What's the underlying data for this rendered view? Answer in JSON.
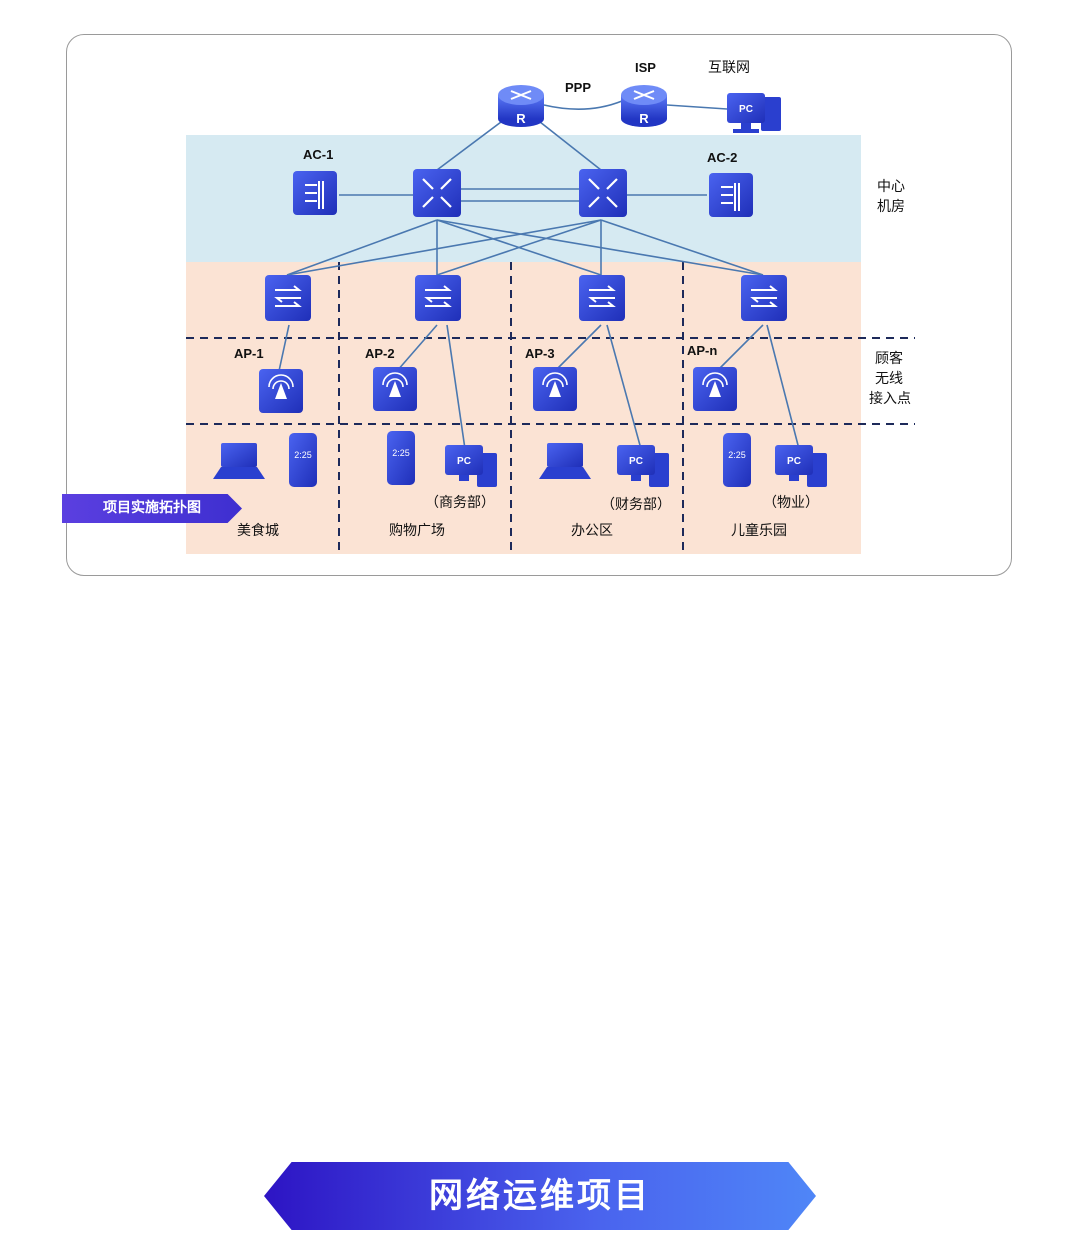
{
  "diagram": {
    "labels": {
      "ppp": "PPP",
      "isp": "ISP",
      "internet": "互联网",
      "router": "R",
      "pc": "PC",
      "ac1": "AC-1",
      "ac2": "AC-2",
      "center_room": [
        "中心",
        "机房"
      ],
      "customer_wireless": [
        "顾客",
        "无线",
        "接入点"
      ],
      "ap1": "AP-1",
      "ap2": "AP-2",
      "ap3": "AP-3",
      "apn": "AP-n",
      "phone_time": "2:25",
      "dept_business": "（商务部）",
      "dept_finance": "（财务部）",
      "dept_property": "（物业）",
      "zone_food": "美食城",
      "zone_shopping": "购物广场",
      "zone_office": "办公区",
      "zone_kids": "儿童乐园"
    },
    "colors": {
      "core_zone": "#d6eaf2",
      "access_zone": "#fbe3d4",
      "device": "#2f46d8",
      "link": "#4a78b0"
    }
  },
  "caption_tag": "项目实施拓扑图",
  "bottom_banner": "网络运维项目"
}
